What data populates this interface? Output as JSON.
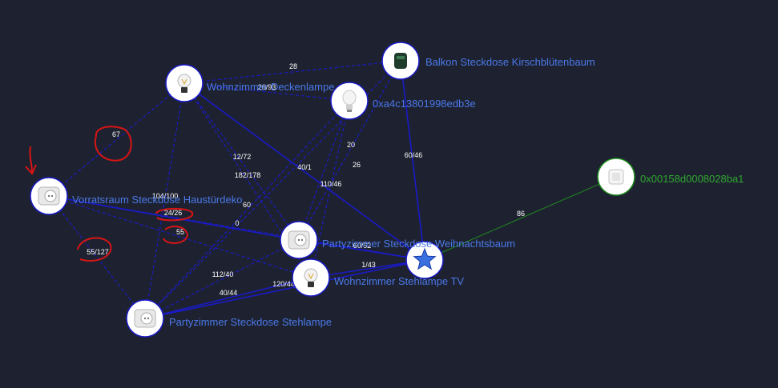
{
  "colors": {
    "background": "#1e2230",
    "mesh_link": "#1a1ac8",
    "router_link": "#1f8a1f",
    "label_blue": "#4a78e8",
    "label_green": "#2ea82e",
    "annotation_red": "#d81414",
    "coordinator_star": "#3a6fe0"
  },
  "nodes": [
    {
      "id": "coord",
      "label": "",
      "icon": "star-icon",
      "status": "coordinator"
    },
    {
      "id": "n1",
      "label": "Wohnzimmer Deckenlampe",
      "icon": "filament-bulb-icon",
      "status": "online"
    },
    {
      "id": "n2",
      "label": "Balkon Steckdose Kirschblütenbaum",
      "icon": "outdoor-plug-icon",
      "status": "online"
    },
    {
      "id": "n3",
      "label": "0xa4c13801998edb3e",
      "icon": "led-bulb-icon",
      "status": "online"
    },
    {
      "id": "n4",
      "label": "Vorratsraum Steckdose Haustürdeko",
      "icon": "smart-plug-icon",
      "status": "online"
    },
    {
      "id": "n5",
      "label": "Partyzimmer Steckdose Weihnachtsbaum",
      "icon": "smart-plug-icon",
      "status": "online"
    },
    {
      "id": "n6",
      "label": "Wohnzimmer Stehlampe TV",
      "icon": "filament-bulb-icon",
      "status": "online"
    },
    {
      "id": "n7",
      "label": "Partyzimmer Steckdose Stehlampe",
      "icon": "smart-plug-icon",
      "status": "online"
    },
    {
      "id": "n8",
      "label": "0x00158d0008028ba1",
      "icon": "sensor-icon",
      "status": "router"
    }
  ],
  "edges": [
    {
      "from": "n1",
      "to": "n2",
      "label": "28",
      "style": "dashed"
    },
    {
      "from": "n1",
      "to": "n3",
      "label": "26/93",
      "style": "dashed"
    },
    {
      "from": "n1",
      "to": "n4",
      "label": "67",
      "style": "dashed"
    },
    {
      "from": "n1",
      "to": "n7",
      "label": "104/100",
      "style": "dashed"
    },
    {
      "from": "n1",
      "to": "n6",
      "label": "12/72",
      "style": "dashed"
    },
    {
      "from": "n1",
      "to": "n5",
      "label": "182/178",
      "style": "dashed"
    },
    {
      "from": "n1",
      "to": "coord",
      "label": "40/1",
      "style": "solid"
    },
    {
      "from": "n3",
      "to": "n7",
      "label": "20",
      "style": "dashed"
    },
    {
      "from": "n3",
      "to": "n6",
      "label": "26",
      "style": "dashed"
    },
    {
      "from": "n2",
      "to": "n7",
      "label": "",
      "style": "dashed"
    },
    {
      "from": "n2",
      "to": "coord",
      "label": "60/46",
      "style": "solid"
    },
    {
      "from": "n4",
      "to": "coord",
      "label": "110/46",
      "style": "dashed"
    },
    {
      "from": "n4",
      "to": "n5",
      "label": "24/26",
      "style": "solid"
    },
    {
      "from": "n4",
      "to": "n6",
      "label": "55",
      "style": "dashed"
    },
    {
      "from": "n4",
      "to": "n7",
      "label": "55/127",
      "style": "dashed"
    },
    {
      "from": "n3",
      "to": "n5",
      "label": "60",
      "style": "dashed"
    },
    {
      "from": "n2",
      "to": "n5",
      "label": "0",
      "style": "dashed"
    },
    {
      "from": "n5",
      "to": "coord",
      "label": "60/62",
      "style": "solid"
    },
    {
      "from": "n5",
      "to": "n7",
      "label": "112/40",
      "style": "dashed"
    },
    {
      "from": "n6",
      "to": "coord",
      "label": "1/43",
      "style": "solid"
    },
    {
      "from": "n6",
      "to": "n7",
      "label": "120/44",
      "style": "solid"
    },
    {
      "from": "n7",
      "to": "coord",
      "label": "40/44",
      "style": "solid"
    },
    {
      "from": "n8",
      "to": "coord",
      "label": "86",
      "style": "thin-green"
    }
  ]
}
